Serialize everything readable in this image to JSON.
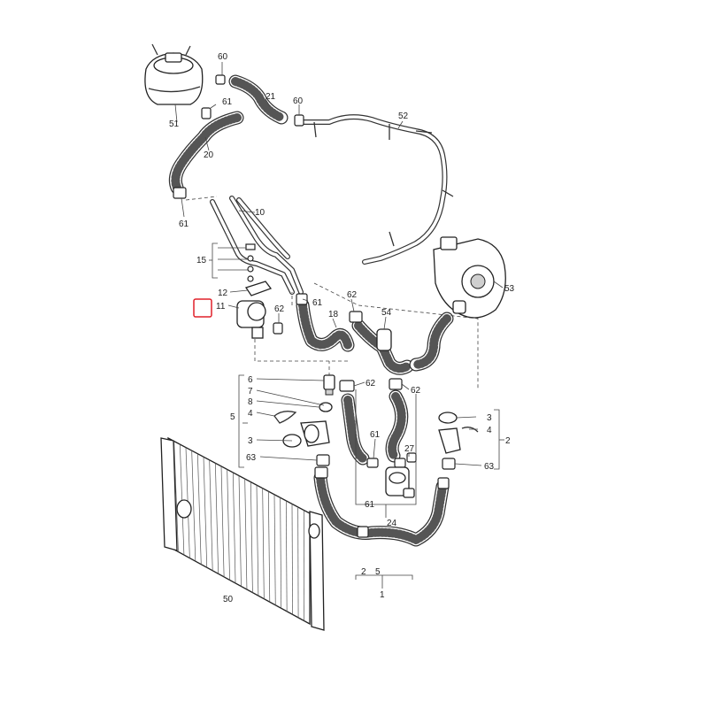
{
  "labels": {
    "l1": "1",
    "l2": "2",
    "l3a": "3",
    "l3b": "3",
    "l4a": "4",
    "l4b": "4",
    "l5": "5",
    "l6": "6",
    "l7": "7",
    "l8": "8",
    "l10": "10",
    "l11": "11",
    "l12": "12",
    "l15": "15",
    "l18": "18",
    "l20": "20",
    "l21": "21",
    "l24": "24",
    "l25_2": "2",
    "l25_5": "5",
    "l27": "27",
    "l50": "50",
    "l51": "51",
    "l52": "52",
    "l53": "53",
    "l54": "54",
    "l60a": "60",
    "l60b": "60",
    "l61a": "61",
    "l61b": "61",
    "l61c": "61",
    "l61d": "61",
    "l61e": "61",
    "l62a": "62",
    "l62b": "62",
    "l62c": "62",
    "l62d": "62",
    "l63a": "63",
    "l63b": "63"
  },
  "highlight": {
    "color": "#e0202a",
    "target": "11"
  },
  "colors": {
    "line": "#333333",
    "background": "#ffffff"
  }
}
